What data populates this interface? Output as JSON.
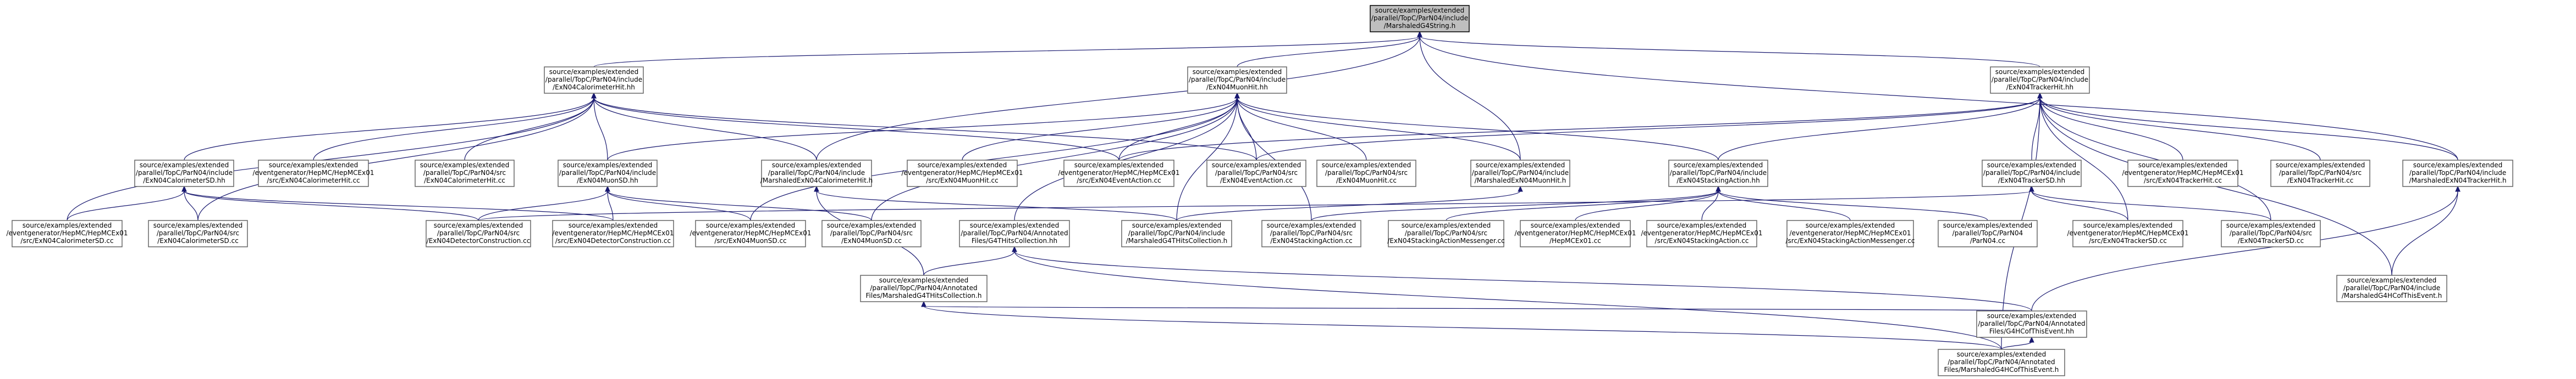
{
  "diagram": {
    "type": "include-dependency-graph",
    "edge_color": "#191970",
    "root_fill": "#bfbfbf",
    "nodes": [
      {
        "id": "root",
        "lines": [
          "source/examples/extended",
          "/parallel/TopC/ParN04/include",
          "/MarshaledG4String.h"
        ]
      },
      {
        "id": "calhh",
        "lines": [
          "source/examples/extended",
          "/parallel/TopC/ParN04/include",
          "/ExN04CalorimeterHit.hh"
        ]
      },
      {
        "id": "muonhh",
        "lines": [
          "source/examples/extended",
          "/parallel/TopC/ParN04/include",
          "/ExN04MuonHit.hh"
        ]
      },
      {
        "id": "trkhh",
        "lines": [
          "source/examples/extended",
          "/parallel/TopC/ParN04/include",
          "/ExN04TrackerHit.hh"
        ]
      },
      {
        "id": "calsdhh",
        "lines": [
          "source/examples/extended",
          "/parallel/TopC/ParN04/include",
          "/ExN04CalorimeterSD.hh"
        ]
      },
      {
        "id": "eg_calhit",
        "lines": [
          "source/examples/extended",
          "/eventgenerator/HepMC/HepMCEx01",
          "/src/ExN04CalorimeterHit.cc"
        ]
      },
      {
        "id": "src_calhit",
        "lines": [
          "source/examples/extended",
          "/parallel/TopC/ParN04/src",
          "/ExN04CalorimeterHit.cc"
        ]
      },
      {
        "id": "musdhh",
        "lines": [
          "source/examples/extended",
          "/parallel/TopC/ParN04/include",
          "/ExN04MuonSD.hh"
        ]
      },
      {
        "id": "marsh_calhit",
        "lines": [
          "source/examples/extended",
          "/parallel/TopC/ParN04/include",
          "/MarshaledExN04CalorimeterHit.h"
        ]
      },
      {
        "id": "eg_muonhit",
        "lines": [
          "source/examples/extended",
          "/eventgenerator/HepMC/HepMCEx01",
          "/src/ExN04MuonHit.cc"
        ]
      },
      {
        "id": "eg_evact",
        "lines": [
          "source/examples/extended",
          "/eventgenerator/HepMC/HepMCEx01",
          "/src/ExN04EventAction.cc"
        ]
      },
      {
        "id": "src_evact",
        "lines": [
          "source/examples/extended",
          "/parallel/TopC/ParN04/src",
          "/ExN04EventAction.cc"
        ]
      },
      {
        "id": "src_muonhit",
        "lines": [
          "source/examples/extended",
          "/parallel/TopC/ParN04/src",
          "/ExN04MuonHit.cc"
        ]
      },
      {
        "id": "marsh_muonhit",
        "lines": [
          "source/examples/extended",
          "/parallel/TopC/ParN04/include",
          "/MarshaledExN04MuonHit.h"
        ]
      },
      {
        "id": "stackhh",
        "lines": [
          "source/examples/extended",
          "/parallel/TopC/ParN04/include",
          "/ExN04StackingAction.hh"
        ]
      },
      {
        "id": "trksdhh",
        "lines": [
          "source/examples/extended",
          "/parallel/TopC/ParN04/include",
          "/ExN04TrackerSD.hh"
        ]
      },
      {
        "id": "eg_trkhit",
        "lines": [
          "source/examples/extended",
          "/eventgenerator/HepMC/HepMCEx01",
          "/src/ExN04TrackerHit.cc"
        ]
      },
      {
        "id": "src_trkhit",
        "lines": [
          "source/examples/extended",
          "/parallel/TopC/ParN04/src",
          "/ExN04TrackerHit.cc"
        ]
      },
      {
        "id": "marsh_trkhit",
        "lines": [
          "source/examples/extended",
          "/parallel/TopC/ParN04/include",
          "/MarshaledExN04TrackerHit.h"
        ]
      },
      {
        "id": "eg_calsd",
        "lines": [
          "source/examples/extended",
          "/eventgenerator/HepMC/HepMCEx01",
          "/src/ExN04CalorimeterSD.cc"
        ]
      },
      {
        "id": "src_calsd",
        "lines": [
          "source/examples/extended",
          "/parallel/TopC/ParN04/src",
          "/ExN04CalorimeterSD.cc"
        ]
      },
      {
        "id": "src_detcon",
        "lines": [
          "source/examples/extended",
          "/parallel/TopC/ParN04/src",
          "/ExN04DetectorConstruction.cc"
        ]
      },
      {
        "id": "eg_detcon",
        "lines": [
          "source/examples/extended",
          "/eventgenerator/HepMC/HepMCEx01",
          "/src/ExN04DetectorConstruction.cc"
        ]
      },
      {
        "id": "eg_muonsd",
        "lines": [
          "source/examples/extended",
          "/eventgenerator/HepMC/HepMCEx01",
          "/src/ExN04MuonSD.cc"
        ]
      },
      {
        "id": "src_muonsd",
        "lines": [
          "source/examples/extended",
          "/parallel/TopC/ParN04/src",
          "/ExN04MuonSD.cc"
        ]
      },
      {
        "id": "ann_g4thc",
        "lines": [
          "source/examples/extended",
          "/parallel/TopC/ParN04/Annotated",
          "Files/G4THitsCollection.hh"
        ]
      },
      {
        "id": "marsh_g4thc",
        "lines": [
          "source/examples/extended",
          "/parallel/TopC/ParN04/include",
          "/MarshaledG4THitsCollection.h"
        ]
      },
      {
        "id": "src_stack",
        "lines": [
          "source/examples/extended",
          "/parallel/TopC/ParN04/src",
          "/ExN04StackingAction.cc"
        ]
      },
      {
        "id": "src_stackmsg",
        "lines": [
          "source/examples/extended",
          "/parallel/TopC/ParN04/src",
          "/ExN04StackingActionMessenger.cc"
        ]
      },
      {
        "id": "eg_exn01",
        "lines": [
          "source/examples/extended",
          "/eventgenerator/HepMC/HepMCEx01",
          "/HepMCEx01.cc"
        ]
      },
      {
        "id": "eg_stack",
        "lines": [
          "source/examples/extended",
          "/eventgenerator/HepMC/HepMCEx01",
          "/src/ExN04StackingAction.cc"
        ]
      },
      {
        "id": "eg_stackmsg",
        "lines": [
          "source/examples/extended",
          "/eventgenerator/HepMC/HepMCEx01",
          "/src/ExN04StackingActionMessenger.cc"
        ]
      },
      {
        "id": "parn04",
        "lines": [
          "source/examples/extended",
          "/parallel/TopC/ParN04",
          "/ParN04.cc"
        ]
      },
      {
        "id": "eg_trksd",
        "lines": [
          "source/examples/extended",
          "/eventgenerator/HepMC/HepMCEx01",
          "/src/ExN04TrackerSD.cc"
        ]
      },
      {
        "id": "src_trksd",
        "lines": [
          "source/examples/extended",
          "/parallel/TopC/ParN04/src",
          "/ExN04TrackerSD.cc"
        ]
      },
      {
        "id": "marsh_g4thcfull",
        "lines": [
          "source/examples/extended",
          "/parallel/TopC/ParN04/Annotated",
          "Files/MarshaledG4THitsCollection.h"
        ]
      },
      {
        "id": "marsh_g4hc",
        "lines": [
          "source/examples/extended",
          "/parallel/TopC/ParN04/include",
          "/MarshaledG4HCofThisEvent.h"
        ]
      },
      {
        "id": "ann_g4hc",
        "lines": [
          "source/examples/extended",
          "/parallel/TopC/ParN04/Annotated",
          "Files/G4HCofThisEvent.hh"
        ]
      },
      {
        "id": "ann_marsh_g4hc",
        "lines": [
          "source/examples/extended",
          "/parallel/TopC/ParN04/Annotated",
          "Files/MarshaledG4HCofThisEvent.h"
        ]
      }
    ]
  }
}
